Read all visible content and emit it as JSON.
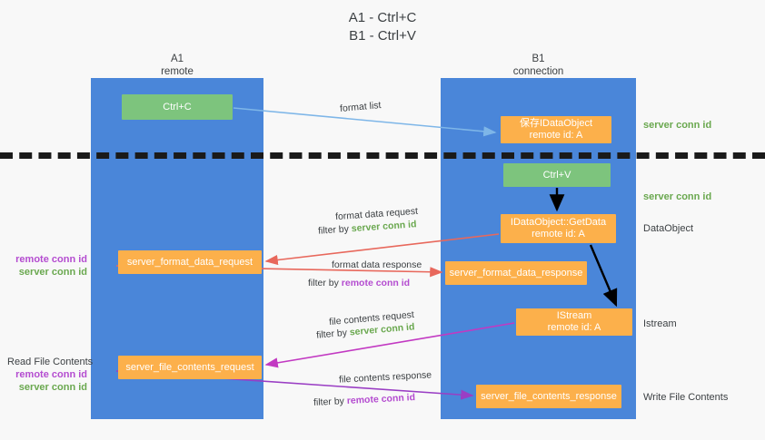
{
  "title": {
    "line1": "A1 - Ctrl+C",
    "line2": "B1 - Ctrl+V"
  },
  "lanes": [
    {
      "id": "A1",
      "name": "A1",
      "sub": "remote"
    },
    {
      "id": "B1",
      "name": "B1",
      "sub": "connection"
    }
  ],
  "nodes": [
    {
      "id": "ctrl-c",
      "line1": "Ctrl+C",
      "line2": "",
      "color": "#7dc47d",
      "lane": "A1"
    },
    {
      "id": "save-idataobject",
      "line1": "保存IDataObject",
      "line2": "remote id: A",
      "color": "#fcb04b",
      "lane": "B1"
    },
    {
      "id": "ctrl-v",
      "line1": "Ctrl+V",
      "line2": "",
      "color": "#7dc47d",
      "lane": "B1"
    },
    {
      "id": "getdata",
      "line1": "IDataObject::GetData",
      "line2": "remote id: A",
      "color": "#fcb04b",
      "lane": "B1"
    },
    {
      "id": "format-data-request",
      "line1": "server_format_data_request",
      "line2": "",
      "color": "#fcb04b",
      "lane": "A1"
    },
    {
      "id": "format-data-response",
      "line1": "server_format_data_response",
      "line2": "",
      "color": "#fcb04b",
      "lane": "B1"
    },
    {
      "id": "istream",
      "line1": "IStream",
      "line2": "remote id: A",
      "color": "#fcb04b",
      "lane": "B1"
    },
    {
      "id": "file-contents-request",
      "line1": "server_file_contents_request",
      "line2": "",
      "color": "#fcb04b",
      "lane": "A1"
    },
    {
      "id": "file-contents-response",
      "line1": "server_file_contents_response",
      "line2": "",
      "color": "#fcb04b",
      "lane": "B1"
    }
  ],
  "edge_labels": {
    "format_list": "format list",
    "format_data_request": "format data request",
    "format_data_request_filter_prefix": "filter by ",
    "format_data_request_filter_key": "server conn id",
    "format_data_response": "format data response",
    "format_data_response_filter_prefix": "filter by ",
    "format_data_response_filter_key": "remote conn id",
    "file_contents_request": "file contents request",
    "file_contents_request_filter_prefix": "filter by ",
    "file_contents_request_filter_key": "server conn id",
    "file_contents_response": "file contents response",
    "file_contents_response_filter_prefix": "filter by ",
    "file_contents_response_filter_key": "remote conn id"
  },
  "annotations": {
    "right": [
      {
        "id": "server-conn-id-top",
        "text": "server conn id",
        "color": "#6aa84f"
      },
      {
        "id": "server-conn-id-second",
        "text": "server conn id",
        "color": "#6aa84f"
      },
      {
        "id": "dataobject",
        "text": "DataObject",
        "color": "#3c4043"
      },
      {
        "id": "istream",
        "text": "Istream",
        "color": "#3c4043"
      },
      {
        "id": "write-file-contents",
        "text": "Write File Contents",
        "color": "#3c4043"
      }
    ],
    "left": {
      "read_file_contents": "Read File Contents",
      "remote_conn_id": "remote conn id",
      "server_conn_id": "server conn id"
    }
  },
  "colors": {
    "lane": "#4a86d9",
    "green_node": "#7dc47d",
    "orange_node": "#fcb04b",
    "background": "#f8f8f8",
    "divider": "#1a1a1a",
    "arrow_blue": "#7eb6e8",
    "arrow_red": "#e8685c",
    "arrow_black": "#000000",
    "arrow_magenta": "#c239c2",
    "arrow_purple": "#9a3ec4",
    "green_text": "#6aa84f",
    "magenta_text": "#b44cd0"
  }
}
